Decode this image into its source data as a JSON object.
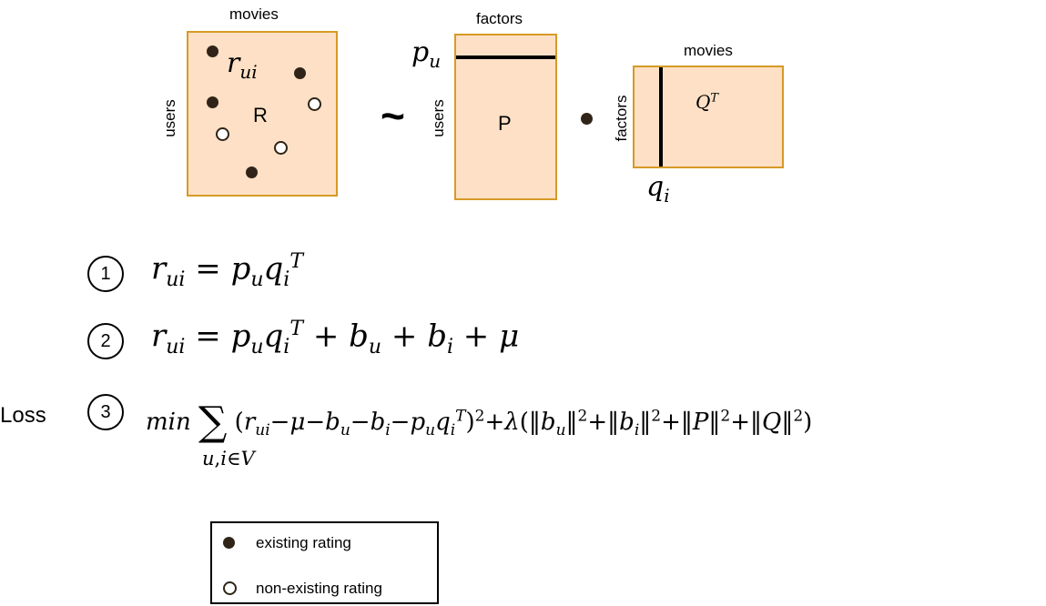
{
  "diagram": {
    "matrix_r": {
      "col_label": "movies",
      "row_label": "users",
      "name": "R",
      "entry_label": "r",
      "entry_sub": "ui"
    },
    "approx_symbol": "~",
    "matrix_p": {
      "col_label": "factors",
      "row_label": "users",
      "name": "P",
      "row_vector_label": "p",
      "row_vector_sub": "u"
    },
    "product_symbol": "•",
    "matrix_q": {
      "col_label": "movies",
      "row_label": "factors",
      "name": "Q",
      "name_sup": "T",
      "col_vector_label": "q",
      "col_vector_sub": "i"
    }
  },
  "equations": [
    {
      "number": "1",
      "text": "r_ui = p_u q_i^T"
    },
    {
      "number": "2",
      "text": "r_ui = p_u q_i^T + b_u + b_i + μ"
    },
    {
      "number": "3",
      "prefix": "Loss",
      "text": "min Σ_{u,i∈V} (r_ui−μ−b_u−b_i−p_u q_i^T)^2+λ(‖b_u‖^2+‖b_i‖^2+‖P‖^2+‖Q‖^2)"
    }
  ],
  "legend": {
    "items": [
      {
        "label": "existing rating",
        "marker": "filled-circle"
      },
      {
        "label": "non-existing rating",
        "marker": "hollow-circle"
      }
    ]
  },
  "colors": {
    "matrix_fill": "#fde0c5",
    "matrix_border": "#d69a26",
    "dot": "#2f2417"
  }
}
